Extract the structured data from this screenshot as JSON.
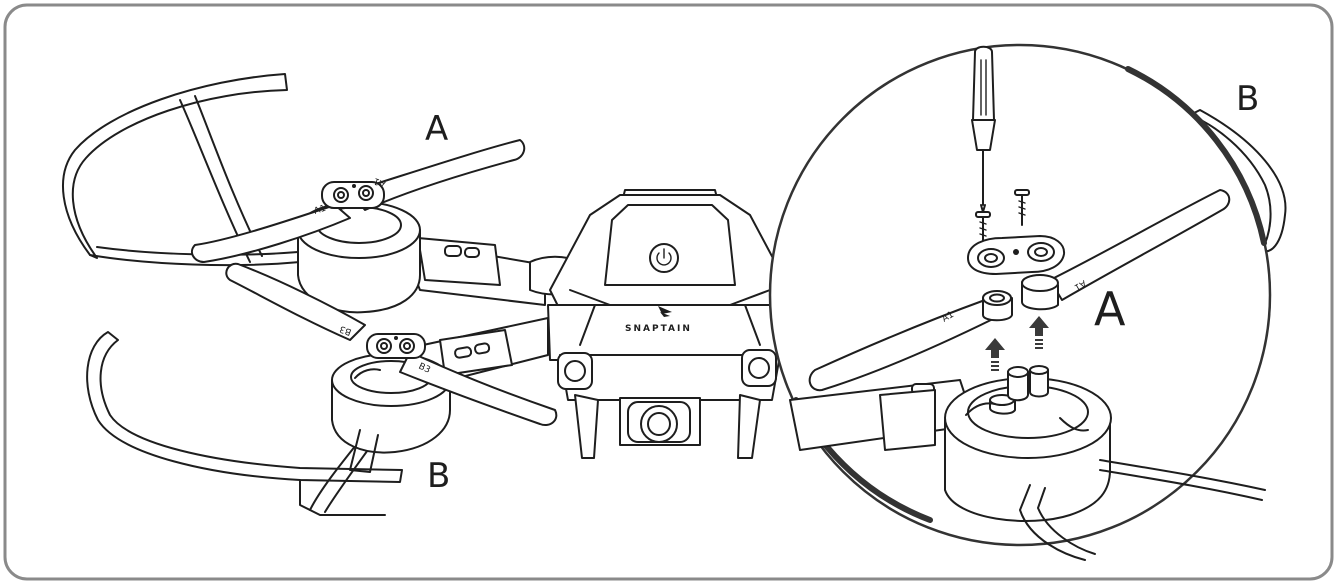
{
  "labels": {
    "label_a_left": "A",
    "label_b_left": "B",
    "label_a_zoom": "A",
    "label_b_zoom": "B"
  },
  "propeller_marks": {
    "front_left_top": "A1",
    "front_left_bottom": "A1",
    "rear_left_top": "B3",
    "rear_left_bottom": "B3",
    "zoom_top": "A1",
    "zoom_bottom": "A1"
  },
  "brand_text": "SNAPTAIN",
  "colors": {
    "frame": "#8a8a8a",
    "line": "#1e1e1e",
    "zoom_arc": "#333333",
    "arrow": "#3a3a3a"
  },
  "icons": {
    "power": "power-icon",
    "screwdriver": "screwdriver-icon",
    "screw": "screw-icon",
    "up_arrow": "up-arrow-icon"
  }
}
